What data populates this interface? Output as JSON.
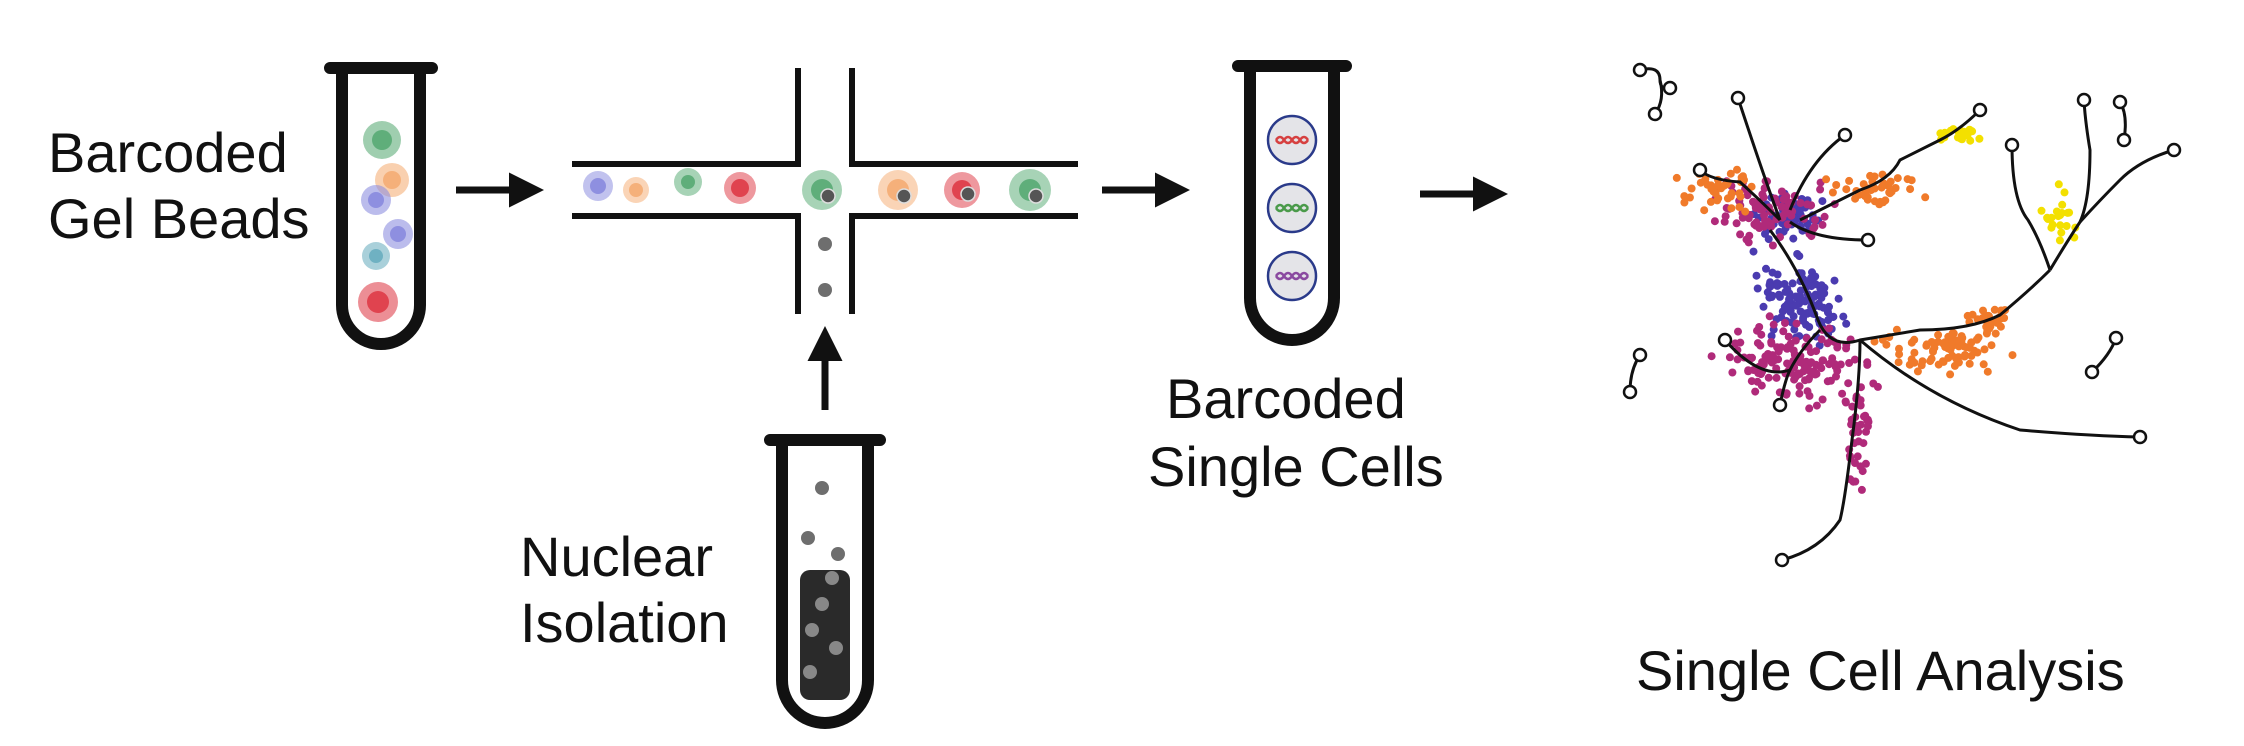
{
  "labels": {
    "gel_beads_line1": "Barcoded",
    "gel_beads_line2": "Gel Beads",
    "nuclear_line1": "Nuclear",
    "nuclear_line2": "Isolation",
    "single_cells_line1": "Barcoded",
    "single_cells_line2": "Single Cells",
    "analysis": "Single Cell Analysis"
  },
  "colors": {
    "outline": "#111111",
    "bead_green": "#5fae7a",
    "bead_orange": "#f5b07a",
    "bead_purple": "#8e8fe0",
    "bead_teal": "#6fb1c2",
    "bead_red": "#e0434f",
    "nucleus": "#6e6e6e",
    "cluster_purple": "#4a3bb0",
    "cluster_magenta": "#b02a7a",
    "cluster_orange": "#f07a2a",
    "cluster_yellow": "#f3e000",
    "dna_red": "#d64040",
    "dna_green": "#4a9a4a",
    "dna_purple": "#8a4aa0"
  },
  "icons": [
    "test-tube-icon",
    "microfluidic-chip-icon",
    "droplet-icon",
    "dna-icon",
    "arrow-icon",
    "trajectory-plot-icon"
  ]
}
